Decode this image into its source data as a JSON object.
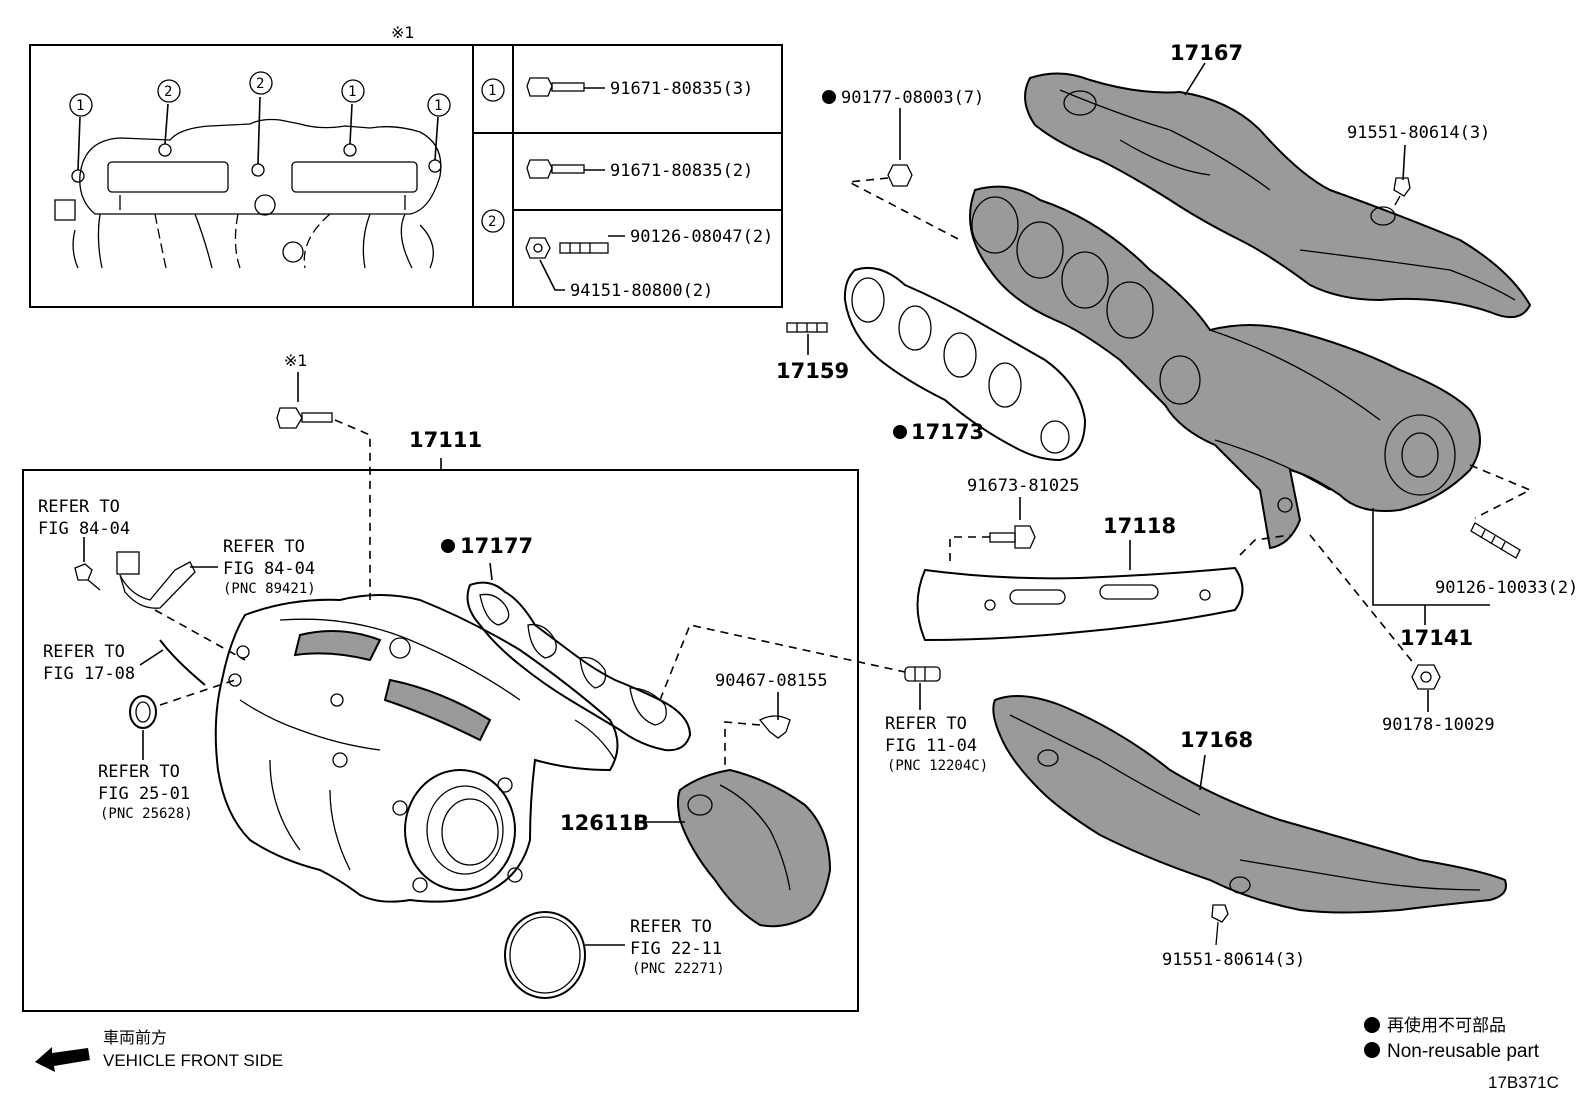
{
  "inset": {
    "mark": "※1",
    "circle_one": "1",
    "circle_two": "2",
    "rows": [
      {
        "callout": "1",
        "items": [
          "91671-80835(3)"
        ]
      },
      {
        "callout": "2",
        "items": [
          "91671-80835(2)",
          "90126-08047(2)",
          "94151-80800(2)"
        ]
      }
    ]
  },
  "labels": {
    "p17167": "17167",
    "p90177": "90177-08003(7)",
    "p91551_top": "91551-80614(3)",
    "p17159": "17159",
    "p17173": "17173",
    "p91673": "91673-81025",
    "p17118": "17118",
    "p90126_10033": "90126-10033(2)",
    "p17141": "17141",
    "p90178": "90178-10029",
    "p17168": "17168",
    "p91551_bottom": "91551-80614(3)",
    "mark1": "※1",
    "p17111": "17111",
    "p17177": "17177",
    "p90467": "90467-08155",
    "p12611b": "12611B"
  },
  "refers": {
    "refer_to": "REFER TO",
    "fig_84_04_a": "FIG 84-04",
    "fig_84_04_b": "FIG 84-04",
    "pnc_89421": "(PNC 89421)",
    "fig_17_08": "FIG 17-08",
    "fig_25_01": "FIG 25-01",
    "pnc_25628": "(PNC 25628)",
    "fig_11_04": "FIG 11-04",
    "pnc_12204c": "(PNC 12204C)",
    "fig_22_11": "FIG 22-11",
    "pnc_22271": "(PNC 22271)"
  },
  "direction": {
    "jp": "車両前方",
    "en": "VEHICLE FRONT SIDE"
  },
  "legend": {
    "jp": "再使用不可部品",
    "en": "Non-reusable part"
  },
  "figure_code": "17B371C"
}
